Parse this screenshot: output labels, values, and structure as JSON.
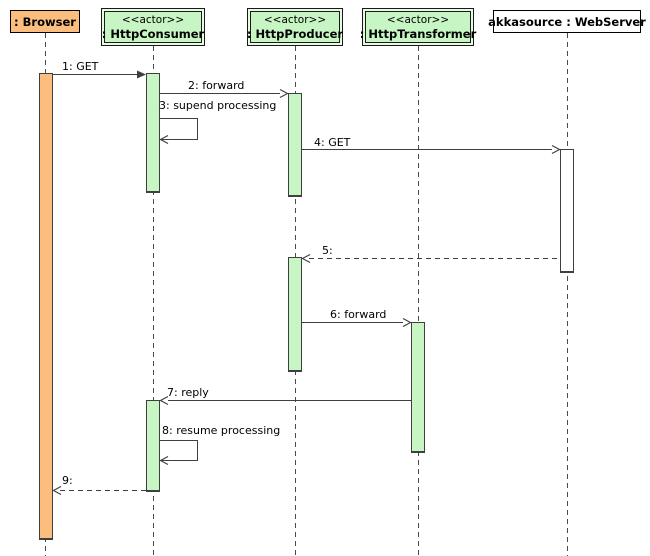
{
  "diagram": {
    "type": "uml-sequence-diagram",
    "participants": [
      {
        "id": "browser",
        "stereotype": "",
        "name": ": Browser",
        "kind": "object",
        "fill": "#FBBE7E"
      },
      {
        "id": "httpconsumer",
        "stereotype": "<<actor>>",
        "name": ": HttpConsumer",
        "kind": "actor",
        "fill": "#C8F5C4"
      },
      {
        "id": "httpproducer",
        "stereotype": "<<actor>>",
        "name": ": HttpProducer",
        "kind": "actor",
        "fill": "#C8F5C4"
      },
      {
        "id": "httptransformer",
        "stereotype": "<<actor>>",
        "name": ": HttpTransformer",
        "kind": "actor",
        "fill": "#C8F5C4"
      },
      {
        "id": "webserver",
        "stereotype": "",
        "name": "akkasource : WebServer",
        "kind": "object",
        "fill": "#FFFFFF"
      }
    ],
    "messages": [
      {
        "seq": 1,
        "label": "1: GET",
        "from": "browser",
        "to": "httpconsumer",
        "line": "solid",
        "arrow": "filled"
      },
      {
        "seq": 2,
        "label": "2: forward",
        "from": "httpconsumer",
        "to": "httpproducer",
        "line": "solid",
        "arrow": "open"
      },
      {
        "seq": 3,
        "label": "3: supend processing",
        "from": "httpconsumer",
        "to": "httpconsumer",
        "line": "solid",
        "arrow": "open",
        "self": true
      },
      {
        "seq": 4,
        "label": "4: GET",
        "from": "httpproducer",
        "to": "webserver",
        "line": "solid",
        "arrow": "open"
      },
      {
        "seq": 5,
        "label": "5:",
        "from": "webserver",
        "to": "httpproducer",
        "line": "dashed",
        "arrow": "open"
      },
      {
        "seq": 6,
        "label": "6: forward",
        "from": "httpproducer",
        "to": "httptransformer",
        "line": "solid",
        "arrow": "open"
      },
      {
        "seq": 7,
        "label": "7: reply",
        "from": "httptransformer",
        "to": "httpconsumer",
        "line": "solid",
        "arrow": "open"
      },
      {
        "seq": 8,
        "label": "8: resume processing",
        "from": "httpconsumer",
        "to": "httpconsumer",
        "line": "solid",
        "arrow": "open",
        "self": true
      },
      {
        "seq": 9,
        "label": "9:",
        "from": "httpconsumer",
        "to": "browser",
        "line": "dashed",
        "arrow": "open"
      }
    ],
    "colors": {
      "actor_fill": "#C8F5C4",
      "actor_frame_gap": "#E9FAE4",
      "browser_fill": "#FBBE7E",
      "webserver_fill": "#FFFFFF",
      "line": "#3F3F3F",
      "background": "#FFFFFF"
    }
  }
}
